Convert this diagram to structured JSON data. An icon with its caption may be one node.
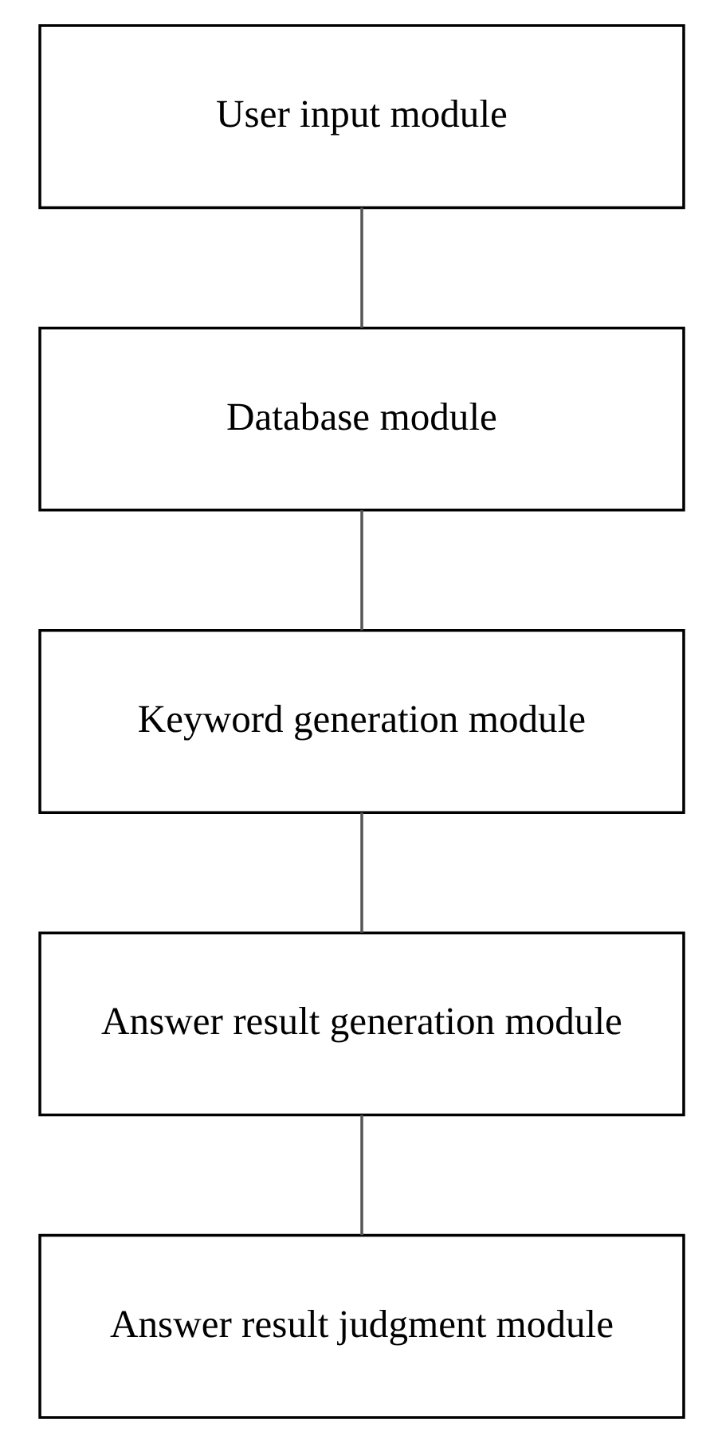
{
  "diagram": {
    "nodes": [
      {
        "text": [
          "User input module"
        ]
      },
      {
        "text": [
          "Database module"
        ]
      },
      {
        "text": [
          "Keyword generation module"
        ]
      },
      {
        "text": [
          "Answer result generation module"
        ]
      },
      {
        "text": [
          "Answer result judgment module"
        ]
      }
    ],
    "edges": [
      {
        "from": 0,
        "to": 1,
        "arrow": "none"
      },
      {
        "from": 1,
        "to": 2,
        "arrow": "none"
      },
      {
        "from": 2,
        "to": 3,
        "arrow": "none"
      },
      {
        "from": 3,
        "to": 4,
        "arrow": "none"
      }
    ]
  }
}
